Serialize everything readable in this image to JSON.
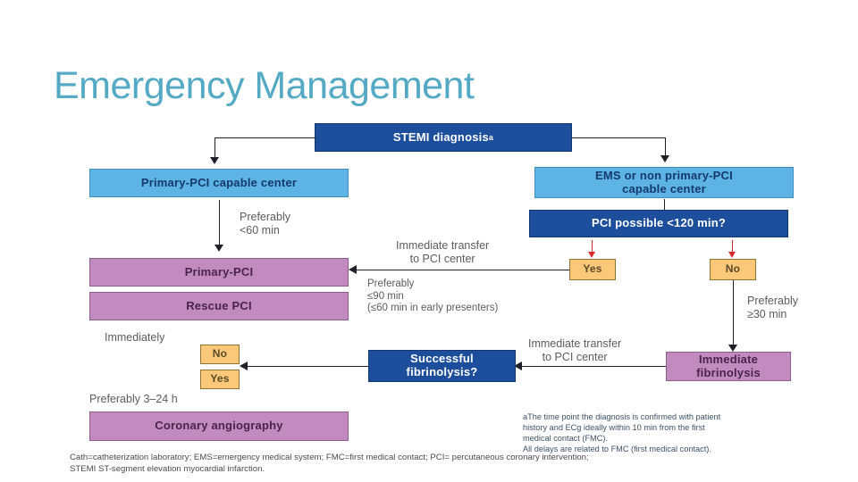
{
  "slide": {
    "title": "Emergency Management",
    "title_color": "#54aac4",
    "background": "#ffffff"
  },
  "palette": {
    "dark_blue": "#1d4e9b",
    "light_blue": "#5cb3e4",
    "purple": "#c18bc0",
    "amber": "#fbc87a",
    "red_arrow": "#d62b2b",
    "connector": "#20202a"
  },
  "flowchart": {
    "nodes": {
      "stemi_diagnosis": {
        "label": "STEMI diagnosis",
        "superscript": "a",
        "style": "dark"
      },
      "primary_pci_center": {
        "label": "Primary-PCI capable center",
        "style": "light"
      },
      "ems_center": {
        "label": "EMS or non primary-PCI\ncapable center",
        "style": "light"
      },
      "pci_possible": {
        "label": "PCI possible <120 min?",
        "style": "dark"
      },
      "decision_yes": {
        "label": "Yes",
        "style": "amber"
      },
      "decision_no": {
        "label": "No",
        "style": "amber"
      },
      "primary_pci": {
        "label": "Primary-PCI",
        "style": "purple"
      },
      "rescue_pci": {
        "label": "Rescue PCI",
        "style": "purple"
      },
      "immediate_fibrinolysis": {
        "label": "Immediate\nfibrinolysis",
        "style": "purple"
      },
      "successful_fibrinolysis": {
        "label": "Successful\nfibrinolysis?",
        "style": "dark"
      },
      "fibrinolysis_no": {
        "label": "No",
        "style": "amber"
      },
      "fibrinolysis_yes": {
        "label": "Yes",
        "style": "amber"
      },
      "coronary_angiography": {
        "label": "Coronary angiography",
        "style": "purple"
      }
    },
    "annotations": {
      "preferably_60": "Preferably\n<60 min",
      "immediate_transfer_top": "Immediate transfer\nto PCI center",
      "preferably_90": "Preferably\n≤90 min\n(≤60 min in early presenters)",
      "preferably_30": "Preferably\n≥30 min",
      "immediate_transfer_bottom": "Immediate transfer\nto PCI center",
      "immediately": "Immediately",
      "preferably_3_24": "Preferably 3–24 h"
    },
    "footnote": "aThe time point the diagnosis is confirmed with patient\nhistory and ECg ideally within 10 min from the first\nmedical contact (FMC).\nAll delays are related to FMC (first medical contact).",
    "legend": "Cath=catheterization laboratory; EMS=emergency medical system; FMC=first medical contact; PCI= percutaneous coronary intervention;\nSTEMI ST-segment elevation myocardial infarction."
  }
}
